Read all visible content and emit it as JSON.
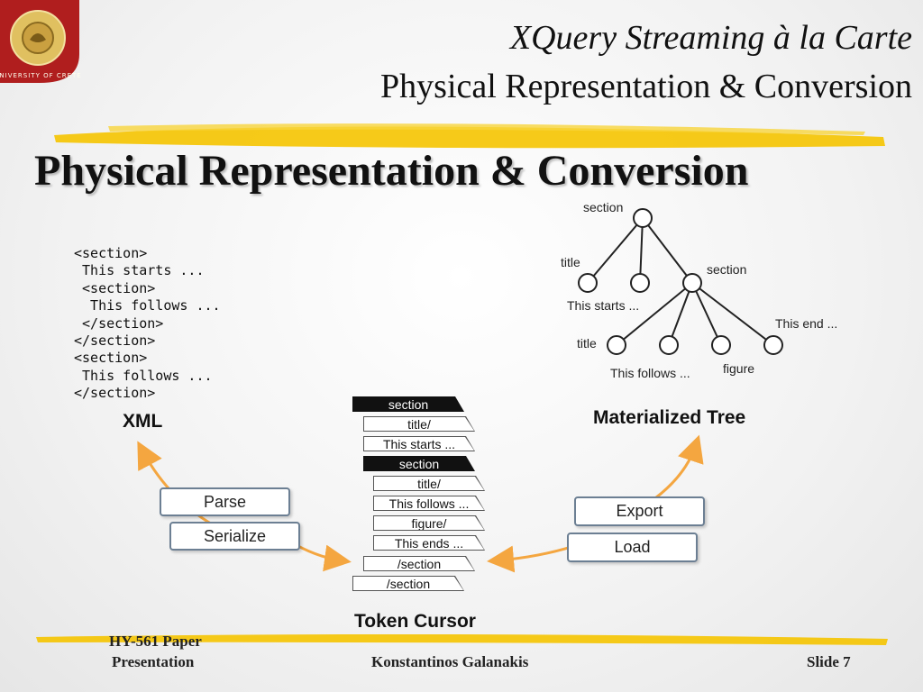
{
  "header": {
    "title": "XQuery Streaming à la Carte",
    "subtitle": "Physical Representation & Conversion",
    "logo_text": "UNIVERSITY OF CRETE"
  },
  "heading": "Physical Representation & Conversion",
  "xml_code": [
    "<section>",
    " This starts ...",
    " <section>",
    "  This follows ...",
    " </section>",
    "</section>",
    "<section>",
    " This follows ...",
    "</section>"
  ],
  "labels": {
    "xml": "XML",
    "tree": "Materialized Tree",
    "cursor": "Token Cursor"
  },
  "buttons": {
    "parse": "Parse",
    "serialize": "Serialize",
    "export": "Export",
    "load": "Load"
  },
  "tokens": [
    {
      "text": "section",
      "dark": true
    },
    {
      "text": "title/",
      "dark": false
    },
    {
      "text": "This starts ...",
      "dark": false
    },
    {
      "text": "section",
      "dark": true
    },
    {
      "text": "title/",
      "dark": false
    },
    {
      "text": "This follows ...",
      "dark": false
    },
    {
      "text": "figure/",
      "dark": false
    },
    {
      "text": "This ends ...",
      "dark": false
    },
    {
      "text": "/section",
      "dark": false
    },
    {
      "text": "/section",
      "dark": false
    }
  ],
  "tree_nodes": {
    "root": "section",
    "title1": "title",
    "starts": "This starts ...",
    "section2": "section",
    "ends": "This end ...",
    "title2": "title",
    "follows": "This follows ...",
    "figure": "figure"
  },
  "footer": {
    "course_line1": "HY-561 Paper",
    "course_line2": "Presentation",
    "author": "Konstantinos Galanakis",
    "slide": "Slide 7"
  },
  "colors": {
    "accent": "#f5c400",
    "arrow": "#f4a640",
    "border": "#6c7f93",
    "logo": "#b01e1e"
  }
}
